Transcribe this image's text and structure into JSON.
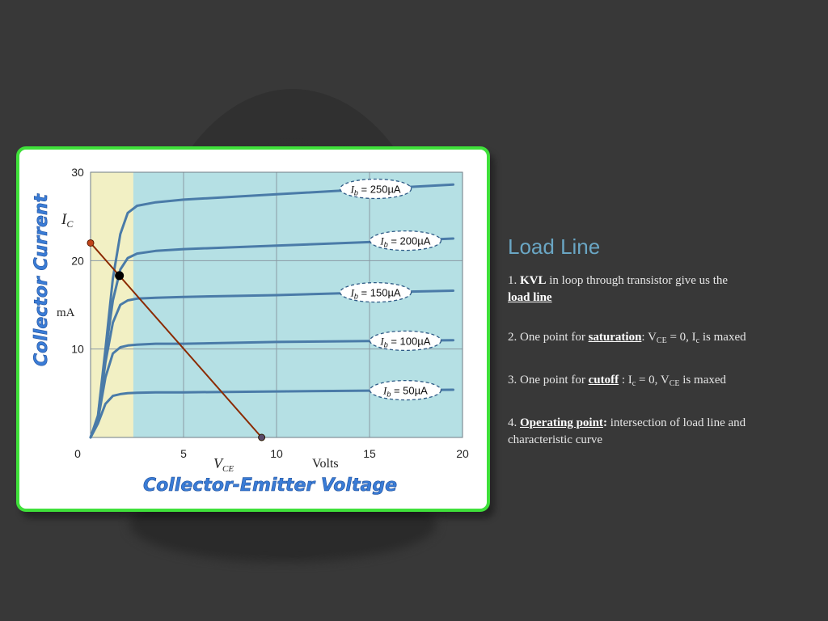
{
  "slide": {
    "title": "Load Line",
    "bullets": [
      {
        "num": "1.",
        "bold": "KVL",
        "text": " in loop through transistor give us the",
        "tail": "load line"
      },
      {
        "num": "2.",
        "pre": "One point for",
        "key": "saturation",
        "colon": ":",
        "v": "V",
        "vsub": "CE",
        "eq": " = 0, I",
        "isub": "c",
        "post": " is maxed"
      },
      {
        "num": "3.",
        "pre": "One point for",
        "key": "cutoff",
        "colon": " :",
        "v": " I",
        "vsub": "c",
        "eq": " = 0, V",
        "isub": "CE",
        "post": " is maxed"
      },
      {
        "num": "4.",
        "key": "Operating point",
        "colon": ":",
        "text": " intersection of load line and characteristic curve"
      }
    ]
  },
  "colors": {
    "background": "#383838",
    "card_border": "#3fe03a",
    "title": "#6aa6c4",
    "curve": "#4a7ba8",
    "load_line": "#8b2a00",
    "saturation_band": "#f2f0c4",
    "active_region": "#b5e0e4"
  },
  "chart_data": {
    "type": "line",
    "ylabel_title": "Collector Current",
    "ylabel_symbol": "I",
    "ylabel_symbol_sub": "C",
    "ylabel_unit": "mA",
    "xlabel_title": "Collector-Emitter Voltage",
    "xlabel_symbol": "V",
    "xlabel_symbol_sub": "CE",
    "xlabel_unit": "Volts",
    "xlim": [
      0,
      20
    ],
    "ylim": [
      0,
      30
    ],
    "xticks": [
      "0",
      "5",
      "10",
      "15",
      "20"
    ],
    "yticks": [
      "10",
      "20",
      "30"
    ],
    "saturation_region_x": [
      0,
      2.3
    ],
    "grid": true,
    "series": [
      {
        "name": "Ib = 250µA",
        "label_symbol": "I",
        "label_sub": "b",
        "label_value": " = 250µA",
        "x": [
          0,
          0.4,
          0.8,
          1.2,
          1.6,
          2.0,
          2.5,
          3.5,
          5,
          10,
          15,
          19.5
        ],
        "y": [
          0,
          2.5,
          10,
          18,
          23,
          25.4,
          26.2,
          26.6,
          26.9,
          27.5,
          28.1,
          28.6
        ]
      },
      {
        "name": "Ib = 200µA",
        "label_symbol": "I",
        "label_sub": "b",
        "label_value": " = 200µA",
        "x": [
          0,
          0.4,
          0.8,
          1.2,
          1.6,
          2.0,
          2.5,
          3.5,
          5,
          10,
          15,
          19.5
        ],
        "y": [
          0,
          2.4,
          9.5,
          15.5,
          19.0,
          20.3,
          20.8,
          21.1,
          21.3,
          21.7,
          22.1,
          22.5
        ]
      },
      {
        "name": "Ib = 150µA",
        "label_symbol": "I",
        "label_sub": "b",
        "label_value": " = 150µA",
        "x": [
          0,
          0.4,
          0.8,
          1.2,
          1.6,
          2.0,
          2.5,
          3.5,
          5,
          10,
          15,
          19.5
        ],
        "y": [
          0,
          2.2,
          8.5,
          13.0,
          15.0,
          15.5,
          15.7,
          15.8,
          15.9,
          16.1,
          16.4,
          16.6
        ]
      },
      {
        "name": "Ib = 100µA",
        "label_symbol": "I",
        "label_sub": "b",
        "label_value": " = 100µA",
        "x": [
          0,
          0.4,
          0.8,
          1.2,
          1.6,
          2.0,
          2.5,
          3.5,
          5,
          10,
          15,
          19.5
        ],
        "y": [
          0,
          2.0,
          6.8,
          9.5,
          10.2,
          10.4,
          10.5,
          10.6,
          10.6,
          10.8,
          10.9,
          11.0
        ]
      },
      {
        "name": "Ib = 50µA",
        "label_symbol": "I",
        "label_sub": "b",
        "label_value": " = 50µA",
        "x": [
          0,
          0.4,
          0.8,
          1.2,
          1.6,
          2.0,
          2.5,
          3.5,
          5,
          10,
          15,
          19.5
        ],
        "y": [
          0,
          1.6,
          3.8,
          4.7,
          4.9,
          5.0,
          5.05,
          5.1,
          5.1,
          5.2,
          5.3,
          5.4
        ]
      }
    ],
    "label_anchor_x": [
      15.2,
      16.8,
      15.2,
      16.8,
      16.8
    ],
    "load_line": {
      "x": [
        0,
        9.2
      ],
      "y": [
        22,
        0
      ]
    },
    "operating_point": {
      "x": 1.55,
      "y": 18.3
    }
  }
}
